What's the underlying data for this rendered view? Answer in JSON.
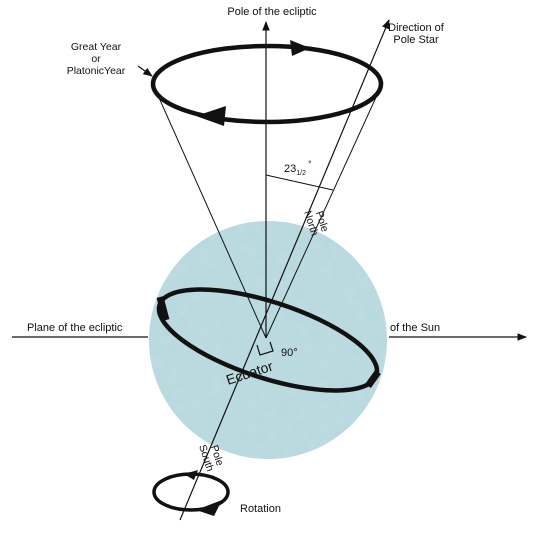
{
  "labels": {
    "pole_ecliptic": "Pole of the ecliptic",
    "direction_line1": "Direction of",
    "direction_line2": "Pole Star",
    "great_line1": "Great Year",
    "great_line2": "or",
    "great_line3": "PlatonicYear",
    "angle_23_main": "23",
    "angle_23_frac": "1/2",
    "angle_23_deg": "°",
    "north_line1": "North",
    "north_line2": "Pole",
    "plane_ecliptic": "Plane of the ecliptic",
    "of_the_sun": "of the Sun",
    "angle_90": "90°",
    "equator": "Ecuator",
    "south_line1": "South",
    "south_line2": "Pole",
    "rotation": "Rotation"
  },
  "colors": {
    "globe_fill": "#b7d9df",
    "ink": "#111111"
  },
  "icons": {
    "arrowheads": "triangle-arrowhead",
    "rotation_arrow": "curved-arrow"
  }
}
